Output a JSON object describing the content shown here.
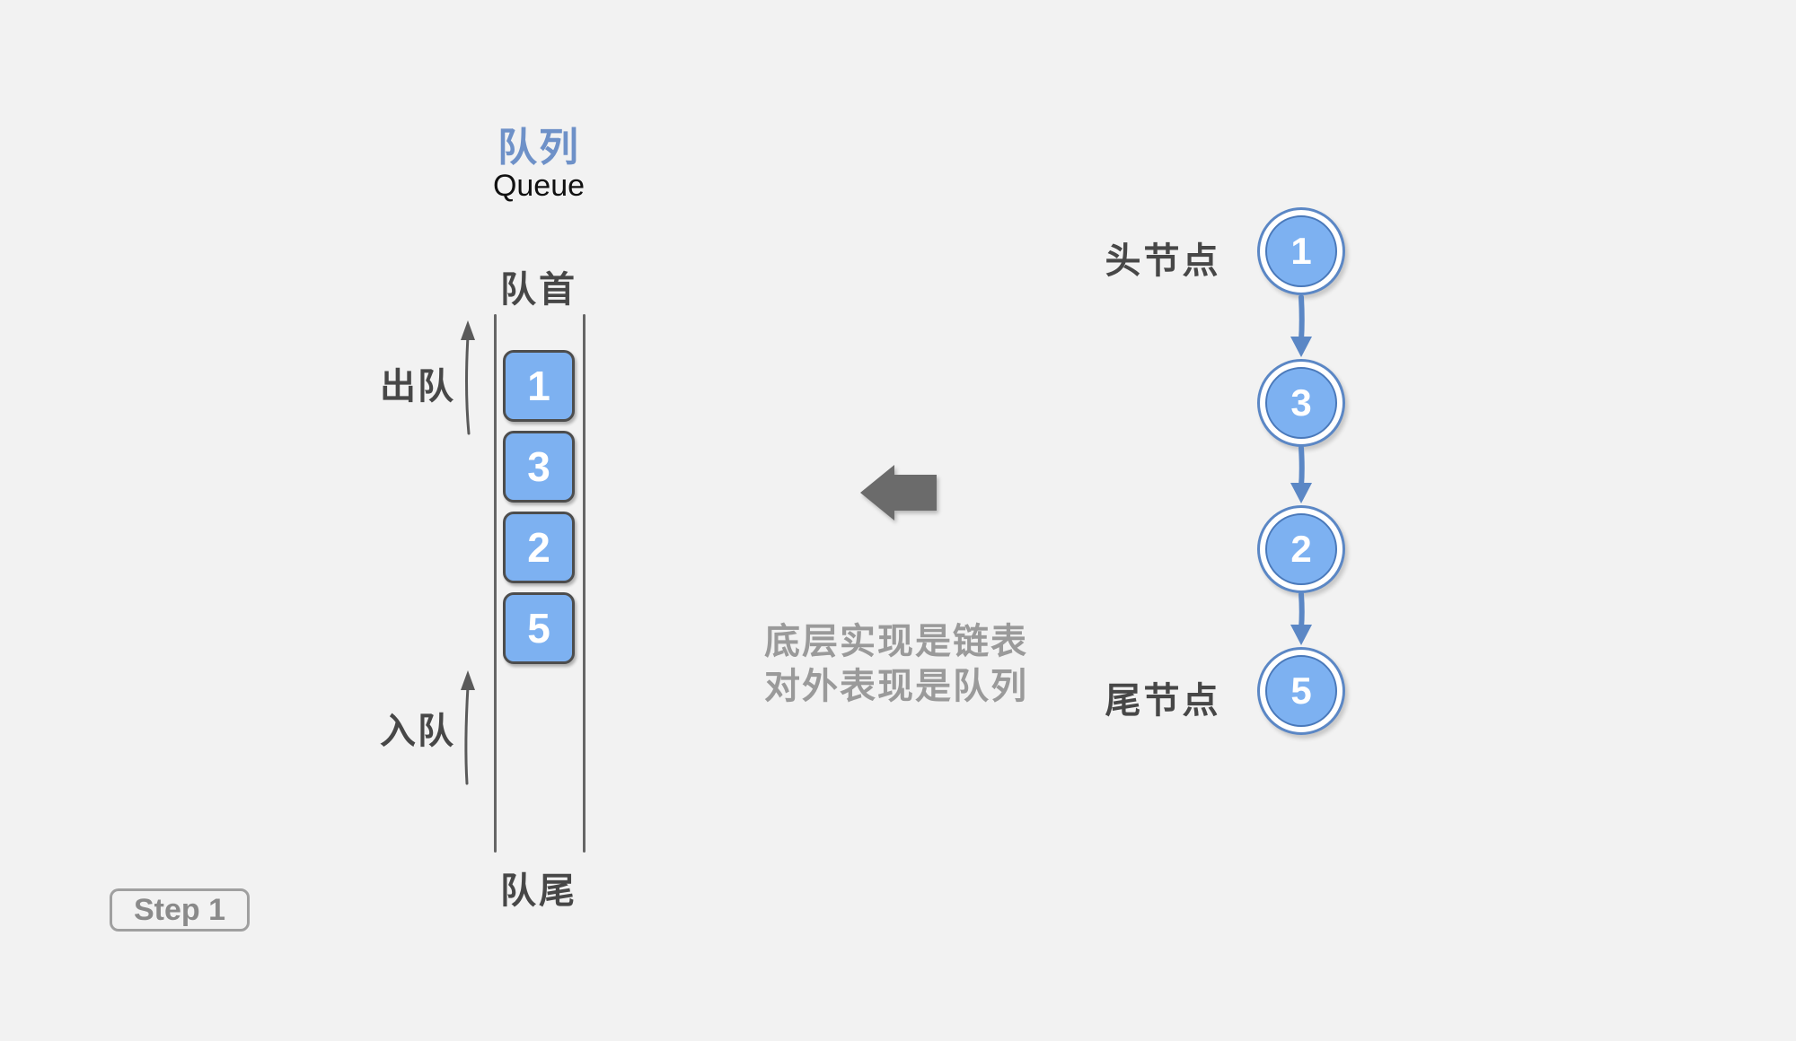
{
  "queue": {
    "title": "队列",
    "subtitle": "Queue",
    "front_label": "队首",
    "rear_label": "队尾",
    "dequeue_label": "出队",
    "enqueue_label": "入队",
    "items": [
      "1",
      "3",
      "2",
      "5"
    ]
  },
  "note": {
    "line1": "底层实现是链表",
    "line2": "对外表现是队列"
  },
  "linked_list": {
    "head_label": "头节点",
    "tail_label": "尾节点",
    "nodes": [
      "1",
      "3",
      "2",
      "5"
    ]
  },
  "step_badge": {
    "label": "Step 1"
  },
  "colors": {
    "background": "#f2f2f2",
    "title_blue": "#6e91c8",
    "element_blue_fill": "#7db1f1",
    "node_ring_blue": "#5b87c5",
    "dark_text": "#474747",
    "note_gray": "#9a9a9a",
    "big_arrow_gray": "#6b6b6b"
  }
}
